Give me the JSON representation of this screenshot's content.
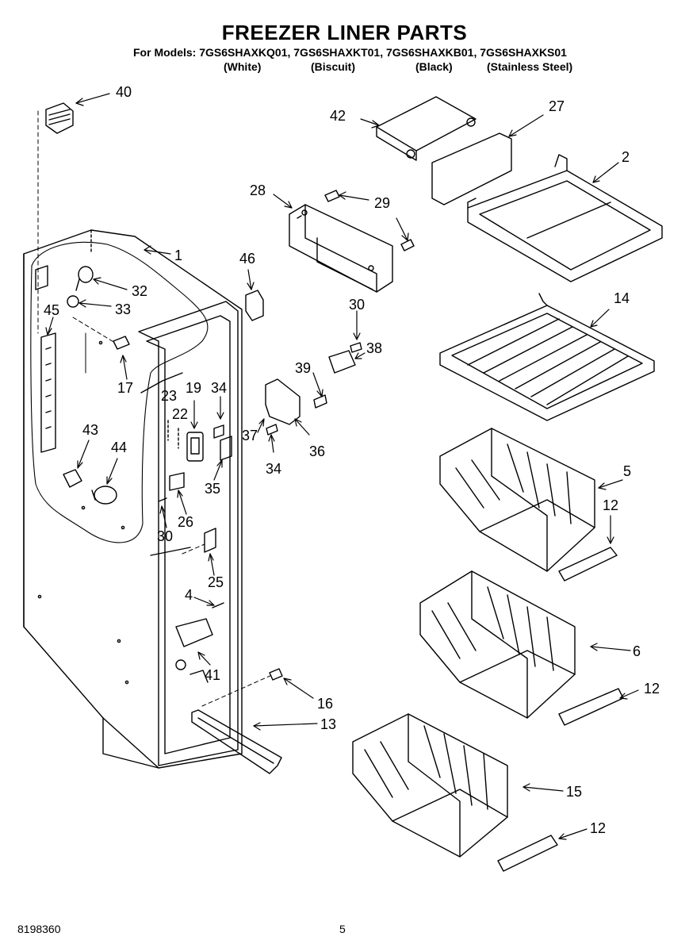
{
  "header": {
    "title": "FREEZER LINER PARTS",
    "models_line": "For Models: 7GS6SHAXKQ01, 7GS6SHAXKT01, 7GS6SHAXKB01, 7GS6SHAXKS01",
    "finishes": [
      "(White)",
      "(Biscuit)",
      "(Black)",
      "(Stainless Steel)"
    ]
  },
  "footer": {
    "document_number": "8198360",
    "page_number": "5"
  },
  "callouts": {
    "c1": "1",
    "c2": "2",
    "c4": "4",
    "c5": "5",
    "c6": "6",
    "c12a": "12",
    "c12b": "12",
    "c12c": "12",
    "c13": "13",
    "c14": "14",
    "c15": "15",
    "c16": "16",
    "c17": "17",
    "c19": "19",
    "c22": "22",
    "c23": "23",
    "c25": "25",
    "c26": "26",
    "c27": "27",
    "c28": "28",
    "c29": "29",
    "c30a": "30",
    "c30b": "30",
    "c32": "32",
    "c33": "33",
    "c34a": "34",
    "c34b": "34",
    "c35": "35",
    "c36": "36",
    "c37": "37",
    "c38": "38",
    "c39": "39",
    "c40": "40",
    "c41": "41",
    "c42": "42",
    "c43": "43",
    "c44": "44",
    "c45": "45",
    "c46": "46"
  }
}
